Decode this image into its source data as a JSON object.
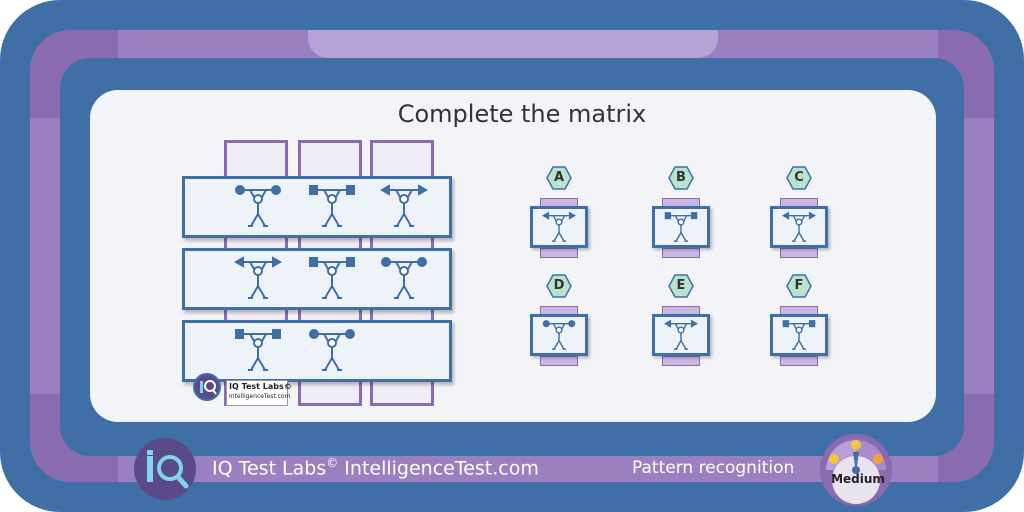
{
  "puzzle": {
    "title": "Complete the matrix",
    "grid": [
      [
        {
          "arms": "balls",
          "face": "plain"
        },
        {
          "arms": "squares",
          "face": "plain"
        },
        {
          "arms": "arrows",
          "face": "plain"
        }
      ],
      [
        {
          "arms": "arrows",
          "face": "plain"
        },
        {
          "arms": "squares",
          "face": "plain"
        },
        {
          "arms": "balls",
          "face": "plain"
        }
      ],
      [
        {
          "arms": "squares",
          "face": "plain"
        },
        {
          "arms": "balls",
          "face": "plain"
        },
        null
      ]
    ],
    "options": [
      {
        "letter": "A",
        "arms": "arrows"
      },
      {
        "letter": "B",
        "arms": "squares"
      },
      {
        "letter": "C",
        "arms": "arrows"
      },
      {
        "letter": "D",
        "arms": "balls"
      },
      {
        "letter": "E",
        "arms": "arrows"
      },
      {
        "letter": "F",
        "arms": "squares"
      }
    ]
  },
  "watermark": {
    "name": "IQ Test Labs©",
    "site": "IntelligenceTest.com"
  },
  "footer": {
    "brand": "IQ Test Labs",
    "copyright": "©",
    "site": "IntelligenceTest.com",
    "category": "Pattern recognition",
    "difficulty": "Medium"
  },
  "colors": {
    "blue": "#3f6fa6",
    "purple": "#8a6bb0",
    "panel": "#f2f4f8"
  }
}
